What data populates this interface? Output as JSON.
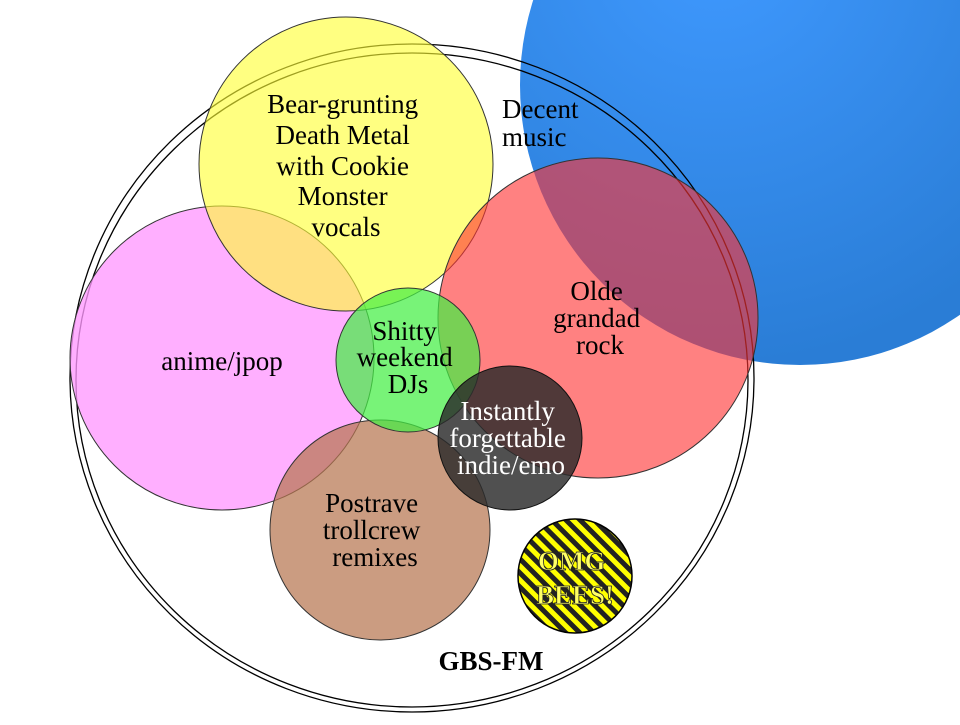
{
  "title": "GBS-FM",
  "colors": {
    "background": "#ffffff",
    "decent": "#3a8fe8",
    "death_metal": "#ffff33",
    "anime": "#ff99ff",
    "djs": "#44ee44",
    "olde": "#ff4444",
    "indie": "#333333",
    "postrave": "#b77650",
    "bees_yellow": "#ffff00",
    "bees_black": "#222222",
    "outline": "#000000"
  },
  "sets": {
    "decent_music": {
      "lines": [
        "Decent",
        "music"
      ]
    },
    "death_metal": {
      "lines": [
        "Bear-grunting",
        "Death Metal",
        "with Cookie",
        "Monster",
        "vocals"
      ]
    },
    "anime": {
      "lines": [
        "anime/jpop"
      ]
    },
    "djs": {
      "lines": [
        "Shitty",
        "weekend",
        "DJs"
      ]
    },
    "olde": {
      "lines": [
        "Olde",
        "grandad",
        "rock"
      ]
    },
    "indie": {
      "lines": [
        "Instantly",
        "forgettable",
        "indie/emo"
      ]
    },
    "postrave": {
      "lines": [
        "Postrave",
        "trollcrew",
        "remixes"
      ]
    },
    "bees": {
      "lines": [
        "OMG",
        "BEES!"
      ]
    }
  }
}
